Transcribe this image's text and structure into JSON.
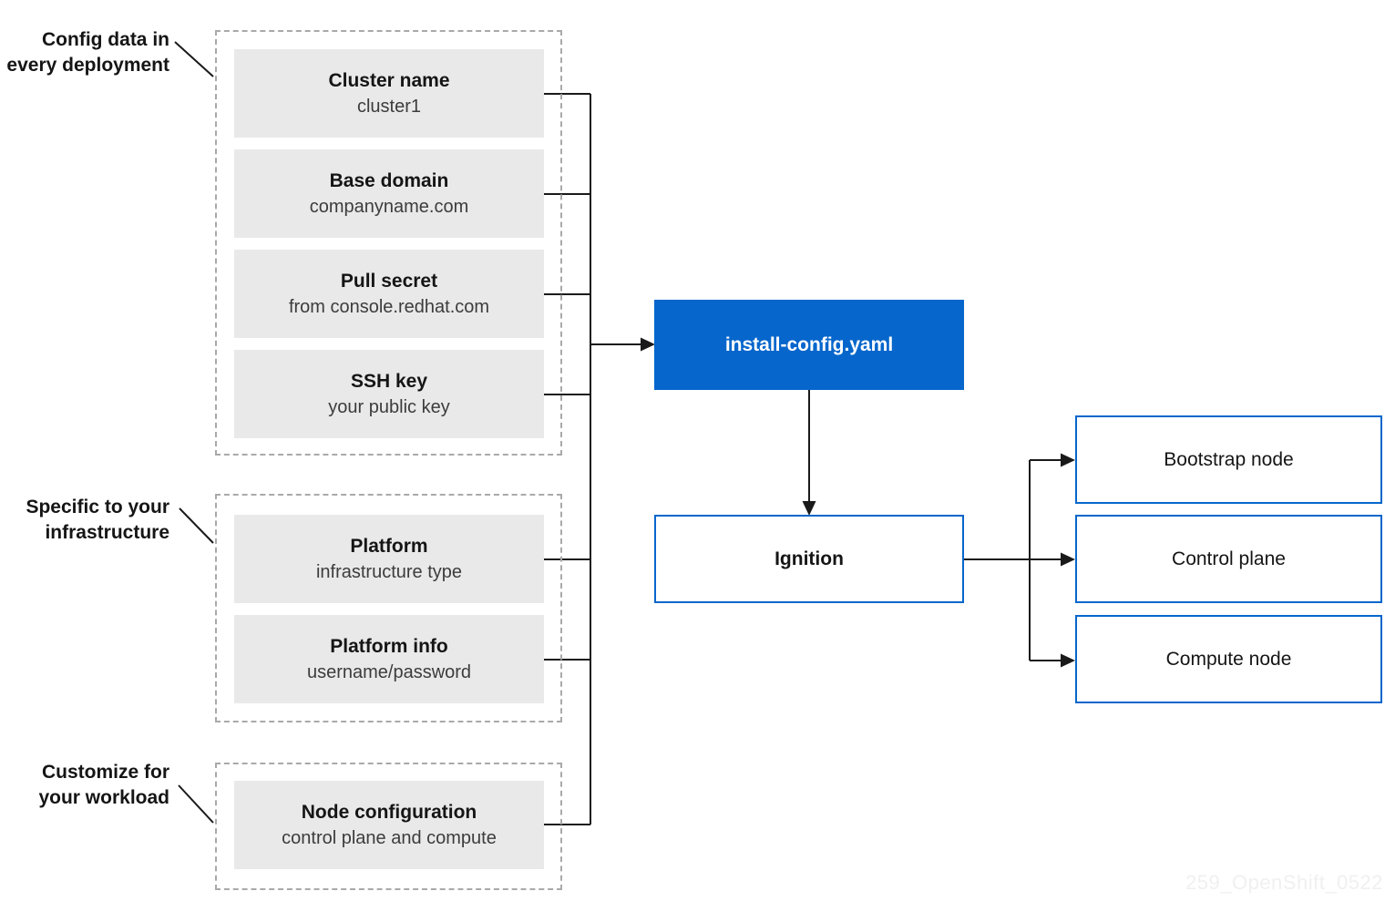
{
  "sections": [
    {
      "label_lines": [
        "Config data in",
        "every deployment"
      ],
      "boxes": [
        {
          "title": "Cluster name",
          "subtitle": "cluster1"
        },
        {
          "title": "Base domain",
          "subtitle": "companyname.com"
        },
        {
          "title": "Pull secret",
          "subtitle": "from console.redhat.com"
        },
        {
          "title": "SSH key",
          "subtitle": "your public key"
        }
      ]
    },
    {
      "label_lines": [
        "Specific to your",
        "infrastructure"
      ],
      "boxes": [
        {
          "title": "Platform",
          "subtitle": "infrastructure type"
        },
        {
          "title": "Platform info",
          "subtitle": "username/password"
        }
      ]
    },
    {
      "label_lines": [
        "Customize for",
        "your workload"
      ],
      "boxes": [
        {
          "title": "Node configuration",
          "subtitle": "control plane and compute"
        }
      ]
    }
  ],
  "install_config_label": "install-config.yaml",
  "ignition_label": "Ignition",
  "node_boxes": [
    {
      "label": "Bootstrap node"
    },
    {
      "label": "Control plane"
    },
    {
      "label": "Compute node"
    }
  ],
  "watermark": "259_OpenShift_0522",
  "colors": {
    "accent_blue": "#0666cc",
    "grey_box_fill": "#e9e9e9",
    "dashed_border": "#a9a9a9",
    "line_color": "#1a1a1a",
    "watermark_color": "#f0f0f0"
  }
}
